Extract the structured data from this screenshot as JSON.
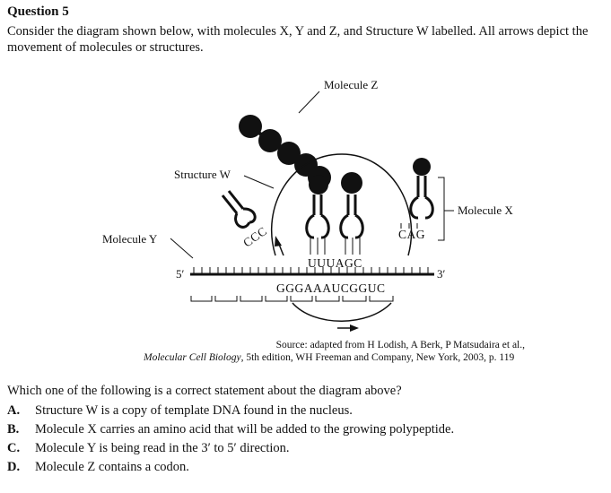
{
  "question": {
    "title": "Question 5",
    "stem": "Consider the diagram shown below, with molecules X, Y and Z, and Structure W labelled. All arrows depict the movement of molecules or structures.",
    "prompt": "Which one of the following is a correct statement about the diagram above?",
    "options": [
      {
        "key": "A.",
        "text": "Structure W is a copy of template DNA found in the nucleus."
      },
      {
        "key": "B.",
        "text": "Molecule X carries an amino acid that will be added to the growing polypeptide."
      },
      {
        "key": "C.",
        "text": "Molecule Y is being read in the 3′ to 5′ direction."
      },
      {
        "key": "D.",
        "text": "Molecule Z contains a codon."
      }
    ]
  },
  "diagram": {
    "labels": {
      "molecule_z": "Molecule Z",
      "structure_w": "Structure W",
      "molecule_x": "Molecule X",
      "molecule_y": "Molecule Y",
      "five_prime": "5′",
      "three_prime": "3′"
    },
    "sequences": {
      "mrna": "GGGAAAUCGGUC",
      "anticodon_mid": "UUUAGC",
      "anticodon_right": "CAG",
      "anticodon_left": "CCC"
    }
  },
  "source": {
    "line1": "Source: adapted from H Lodish, A Berk, P Matsudaira et al.,",
    "book": "Molecular Cell Biology",
    "line2_rest": ", 5th edition, WH Freeman and Company, New York, 2003, p. 119"
  }
}
